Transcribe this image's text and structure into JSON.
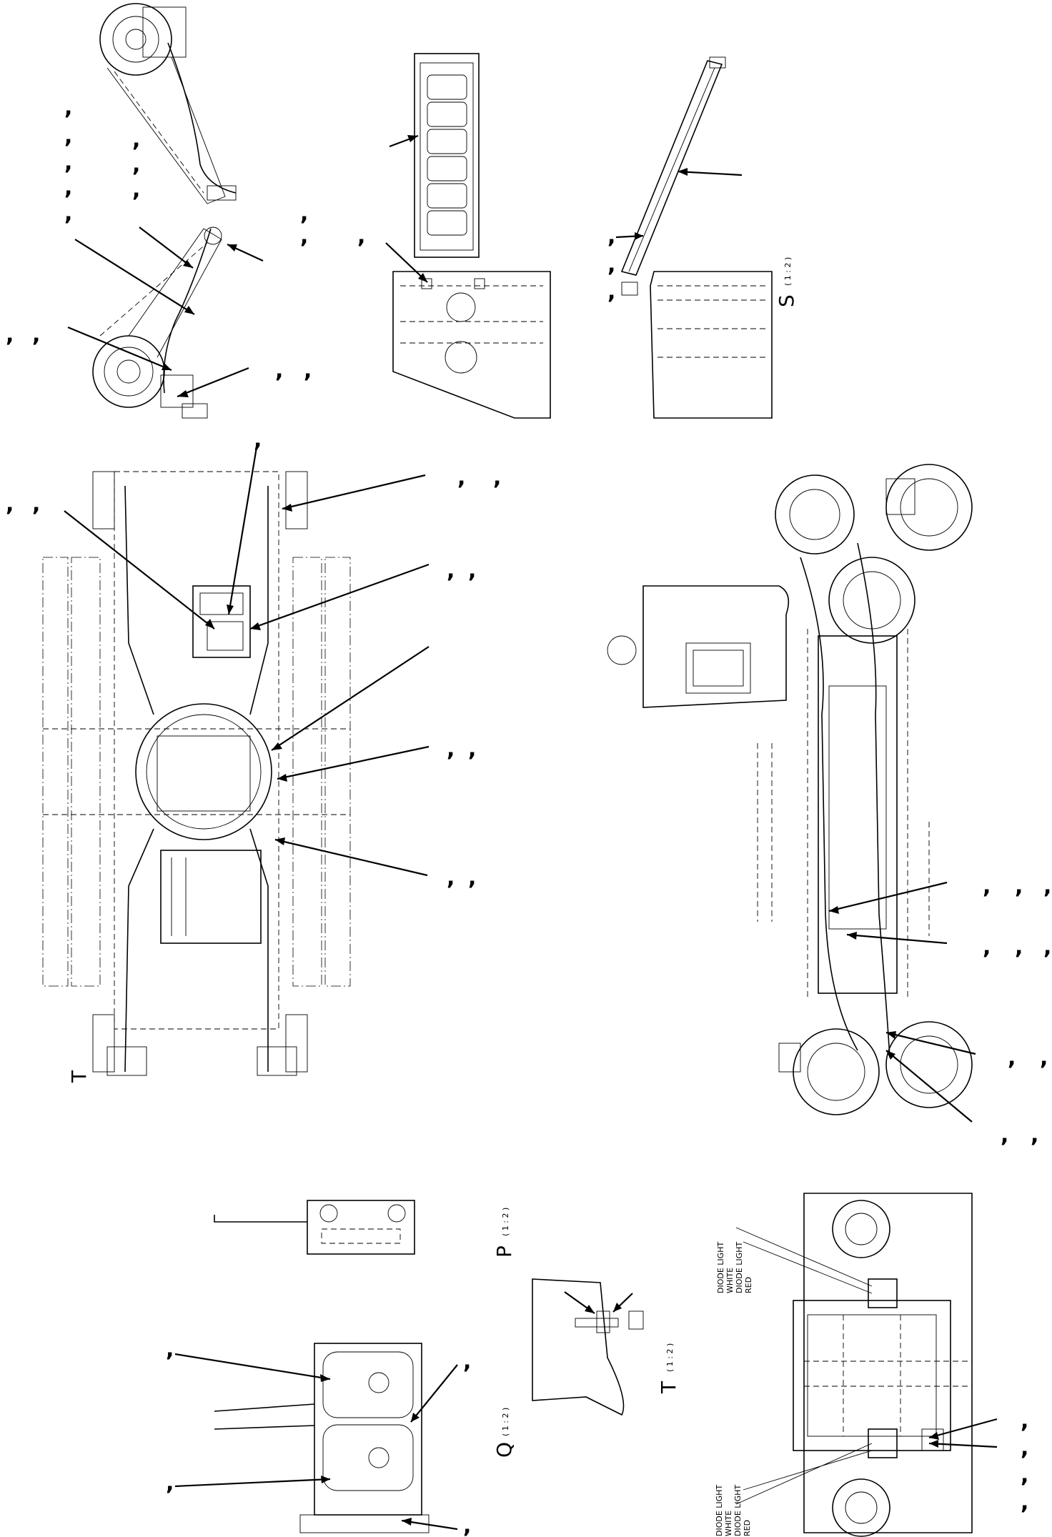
{
  "views": {
    "p": {
      "letter": "P",
      "scale": "( 1 : 2 )"
    },
    "q": {
      "letter": "Q",
      "scale": "( 1 : 2 )"
    },
    "s": {
      "letter": "S",
      "scale": "( 1 : 2 )"
    },
    "t": {
      "letter": "T",
      "scale": "( 1 : 2 )"
    },
    "t_marker": "T"
  },
  "lamp_notes": {
    "upper": [
      "DIODE LIGHT",
      "WHITE",
      "DIODE LIGHT",
      "RED"
    ],
    "lower": [
      "DIODE LIGHT",
      "WHITE",
      "DIODE LIGHT",
      "RED"
    ]
  },
  "callout_separator": ","
}
